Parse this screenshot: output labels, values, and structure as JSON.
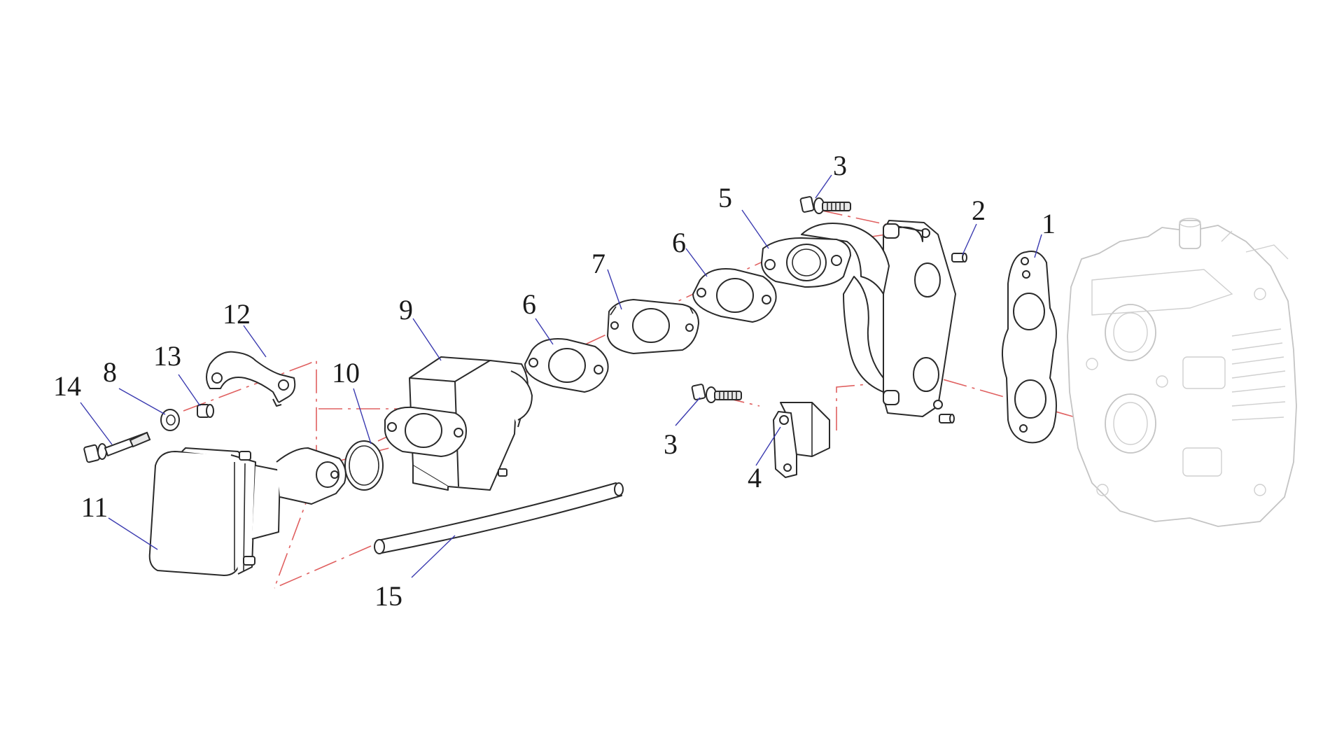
{
  "callouts": [
    "1",
    "2",
    "3",
    "3",
    "4",
    "5",
    "6",
    "6",
    "7",
    "8",
    "9",
    "10",
    "11",
    "12",
    "13",
    "14",
    "15"
  ],
  "colors": {
    "part_line": "#2a2a2a",
    "ghost_line": "#c4c4c4",
    "axis_line": "#e06060",
    "leader_line": "#3b3bb0"
  }
}
